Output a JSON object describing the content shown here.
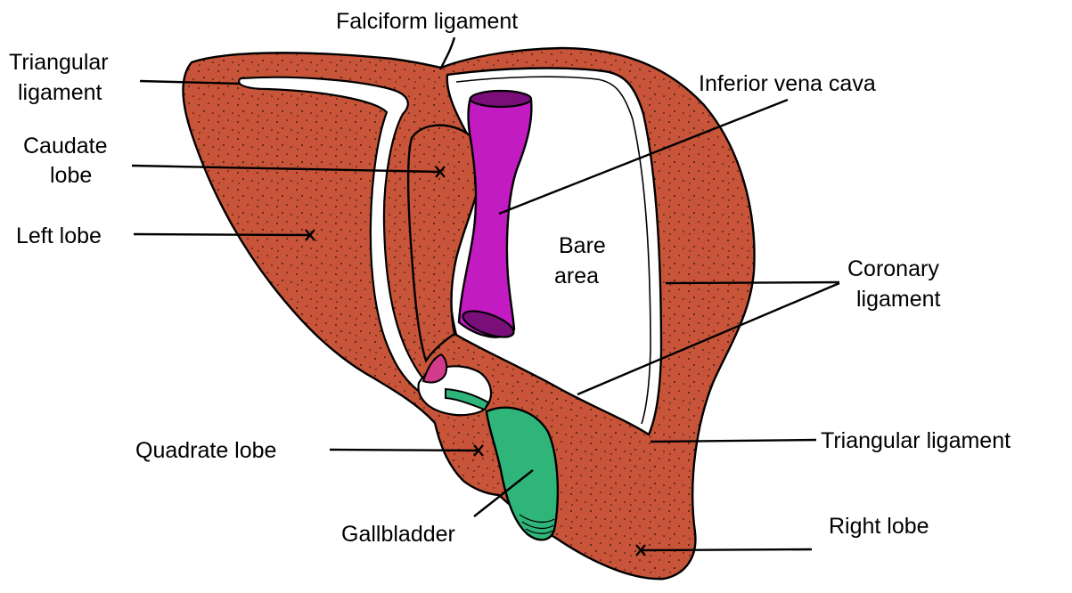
{
  "labels": {
    "falciform_ligament": "Falciform ligament",
    "triangular_ligament_left": [
      "Triangular",
      "ligament"
    ],
    "caudate_lobe": [
      "Caudate",
      "lobe"
    ],
    "left_lobe": "Left lobe",
    "inferior_vena_cava": "Inferior vena cava",
    "bare_area": [
      "Bare",
      "area"
    ],
    "coronary_ligament": [
      "Coronary",
      "ligament"
    ],
    "triangular_ligament_right": "Triangular ligament",
    "quadrate_lobe": "Quadrate lobe",
    "gallbladder": "Gallbladder",
    "right_lobe": "Right lobe"
  },
  "colors": {
    "liver": "#c8553a",
    "vena_cava": "#c21bc2",
    "vena_cava_dark": "#7a0f7a",
    "gallbladder": "#2fb57a",
    "portal": "#d23a8c",
    "bare_area": "#ffffff"
  }
}
